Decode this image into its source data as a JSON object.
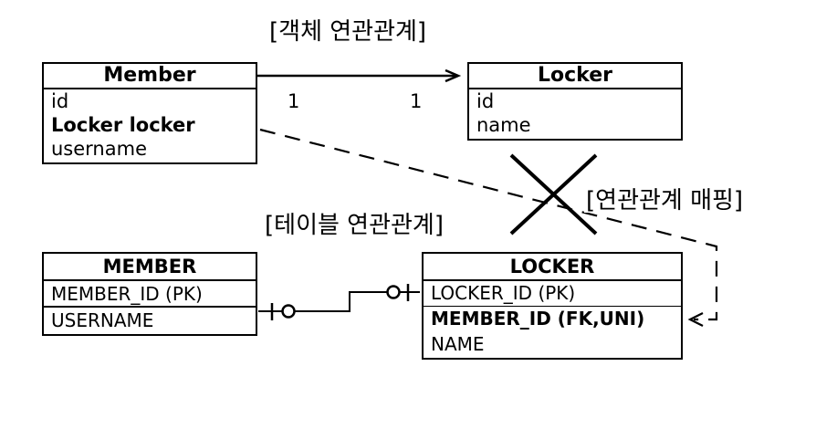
{
  "title_object": "[객체 연관관계]",
  "title_table": "[테이블 연관관계]",
  "title_mapping": "[연관관계 매핑]",
  "object_member": {
    "header": "Member",
    "fields": [
      "id",
      "Locker locker",
      "username"
    ]
  },
  "object_locker": {
    "header": "Locker",
    "fields": [
      "id",
      "name"
    ]
  },
  "multiplicity_left": "1",
  "multiplicity_right": "1",
  "table_member": {
    "header": "MEMBER",
    "fields": [
      "MEMBER_ID (PK)",
      "USERNAME"
    ]
  },
  "table_locker": {
    "header": "LOCKER",
    "fields": [
      "LOCKER_ID (PK)",
      "MEMBER_ID (FK,UNI)",
      "NAME"
    ]
  }
}
